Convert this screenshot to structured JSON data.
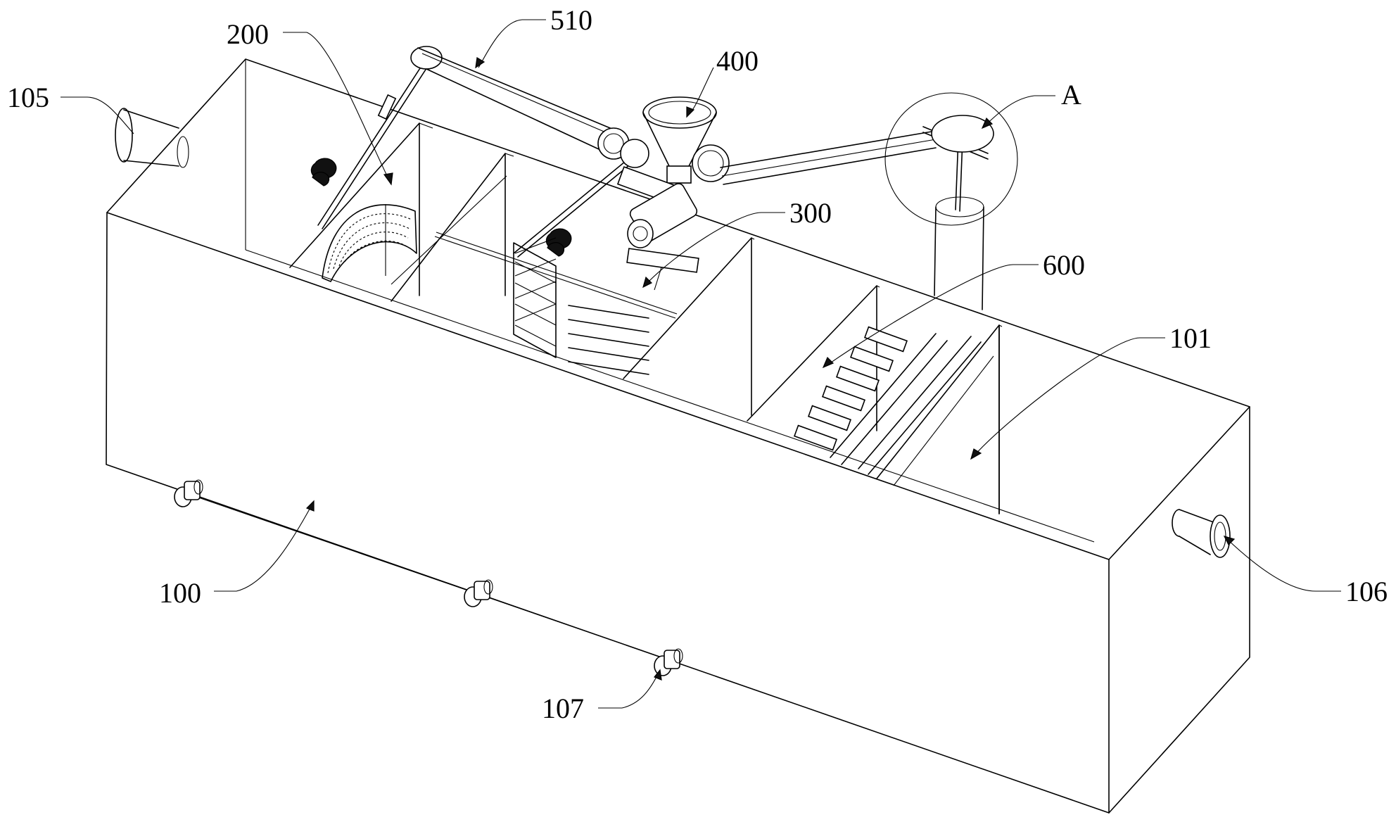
{
  "labels": {
    "l105": "105",
    "l200": "200",
    "l510": "510",
    "l400": "400",
    "lA": "A",
    "l300": "300",
    "l600": "600",
    "l101": "101",
    "l106": "106",
    "l100": "100",
    "l107": "107"
  }
}
